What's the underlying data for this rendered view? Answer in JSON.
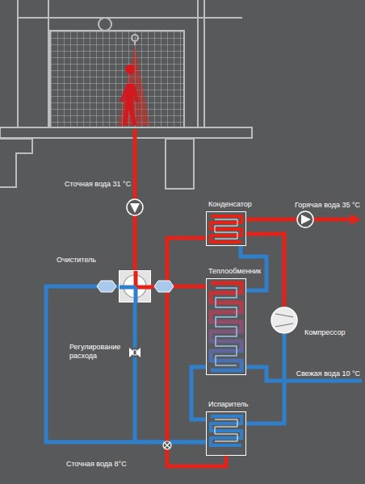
{
  "diagram": {
    "nodes": [
      {
        "text": [
          "Конденсатор"
        ]
      },
      {
        "text": [
          "Очиститель"
        ]
      },
      {
        "text": [
          "Теплообменник"
        ]
      },
      {
        "text": [
          "Компрессор"
        ]
      },
      {
        "text": [
          "Регулирование расхода"
        ]
      },
      {
        "text": [
          "Испаритель"
        ]
      }
    ],
    "edges": [
      {
        "from": 1,
        "to": 2,
        "arrow": "none"
      },
      {
        "from": 1,
        "to": 4,
        "arrow": "none"
      },
      {
        "from": 1,
        "to": 5,
        "arrow": "none"
      },
      {
        "from": 4,
        "to": 5,
        "arrow": "none"
      },
      {
        "from": 2,
        "to": 5,
        "arrow": "none"
      },
      {
        "from": 5,
        "to": 3,
        "arrow": "none"
      },
      {
        "from": 3,
        "to": 0,
        "arrow": "none"
      },
      {
        "from": 0,
        "to": 5,
        "arrow": "none"
      },
      {
        "from": 2,
        "to": 0,
        "arrow": "none"
      }
    ],
    "labels": [
      "Сточная вода 31 °C",
      "Горячая вода 35 °C",
      "Свежая вода 10 °C",
      "Сточная вода 8°C"
    ]
  }
}
